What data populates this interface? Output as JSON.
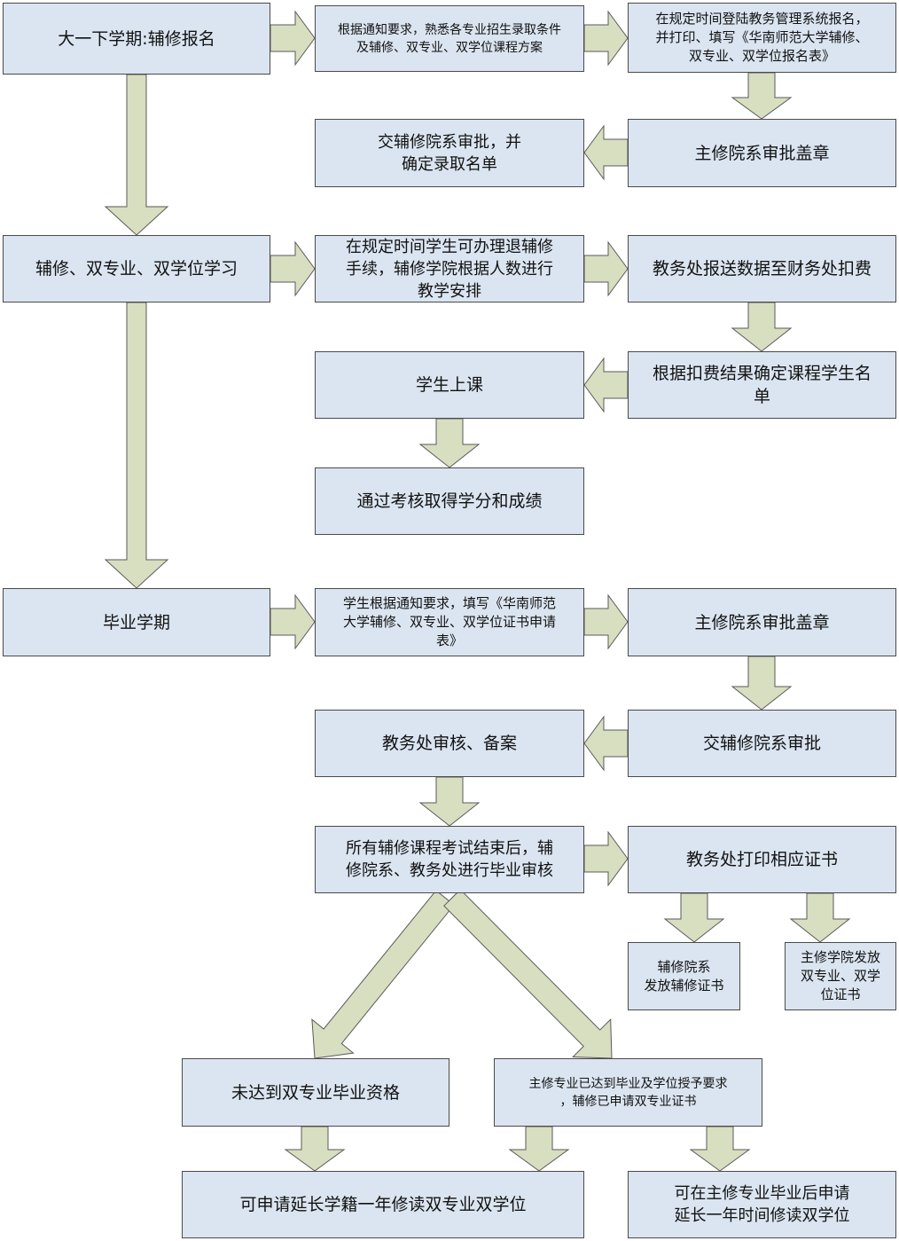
{
  "boxes": {
    "b1": "大一下学期:辅修报名",
    "b2": "根据通知要求，熟悉各专业招生录取条件\n及辅修、双专业、双学位课程方案",
    "b3": "在规定时间登陆教务管理系统报名，\n并打印、填写《华南师范大学辅修、\n双专业、双学位报名表》",
    "b4": "主修院系审批盖章",
    "b5": "交辅修院系审批，并\n确定录取名单",
    "b6": "辅修、双专业、双学位学习",
    "b7": "在规定时间学生可办理退辅修\n手续，辅修学院根据人数进行\n教学安排",
    "b8": "教务处报送数据至财务处扣费",
    "b9": "根据扣费结果确定课程学生名\n单",
    "b10": "学生上课",
    "b11": "通过考核取得学分和成绩",
    "b12": "毕业学期",
    "b13": "学生根据通知要求，填写《华南师范\n大学辅修、双专业、双学位证书申请\n表》",
    "b14": "主修院系审批盖章",
    "b15": "交辅修院系审批",
    "b16": "教务处审核、备案",
    "b17": "所有辅修课程考试结束后，辅\n修院系、教务处进行毕业审核",
    "b18": "教务处打印相应证书",
    "b19": "辅修院系\n发放辅修证书",
    "b20": "主修学院发放\n双专业、双学\n位证书",
    "b21": "未达到双专业毕业资格",
    "b22": "主修专业已达到毕业及学位授予要求\n，辅修已申请双专业证书",
    "b23": "可申请延长学籍一年修读双专业双学位",
    "b24": "可在主修专业毕业后申请\n延长一年时间修读双学位"
  },
  "colors": {
    "box_fill": "#dbe5f1",
    "box_border": "#4a4a4a",
    "arrow_fill": "#d8dec0",
    "arrow_stroke": "#5a5a5a"
  }
}
